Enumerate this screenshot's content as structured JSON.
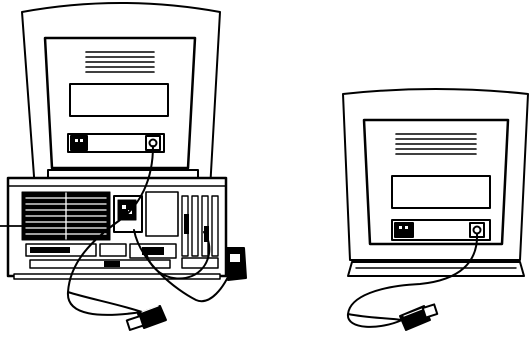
{
  "colors": {
    "ink": "#000000",
    "paper": "#ffffff"
  },
  "figures": [
    {
      "name": "computer-with-monitor",
      "parts": [
        "monitor-rear",
        "system-unit-rear",
        "monitor-cable",
        "power-cord",
        "cable-connector"
      ]
    },
    {
      "name": "second-monitor",
      "parts": [
        "monitor-rear",
        "monitor-cable",
        "cable-connector"
      ]
    }
  ],
  "icons": [
    "power-socket-icon",
    "video-port-icon",
    "pointer-line-icon"
  ]
}
